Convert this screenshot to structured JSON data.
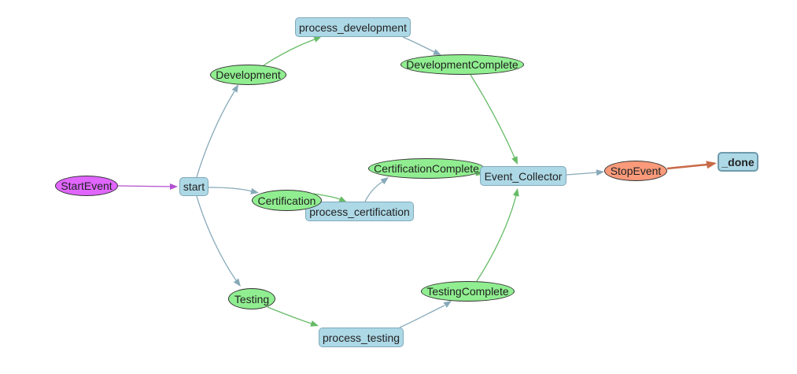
{
  "colors": {
    "step_fill": "#add8e6",
    "event_fill": "#90ee90",
    "start_event_fill": "#e066ff",
    "stop_event_fill": "#f99a7a",
    "edge_blue": "#87a9b9",
    "edge_green": "#66bb66",
    "edge_purple": "#b24fd1",
    "edge_orange": "#c86a48"
  },
  "nodes": {
    "start_event": "StartEvent",
    "start": "start",
    "development": "Development",
    "process_development": "process_development",
    "development_complete": "DevelopmentComplete",
    "certification": "Certification",
    "process_certification": "process_certification",
    "certification_complete": "CertificationComplete",
    "testing": "Testing",
    "process_testing": "process_testing",
    "testing_complete": "TestingComplete",
    "event_collector": "Event_Collector",
    "stop_event": "StopEvent",
    "done": "_done"
  },
  "edges": [
    {
      "from": "start_event",
      "to": "start",
      "color": "edge_purple"
    },
    {
      "from": "start",
      "to": "development",
      "color": "edge_blue"
    },
    {
      "from": "start",
      "to": "certification",
      "color": "edge_blue"
    },
    {
      "from": "start",
      "to": "testing",
      "color": "edge_blue"
    },
    {
      "from": "development",
      "to": "process_development",
      "color": "edge_green"
    },
    {
      "from": "process_development",
      "to": "development_complete",
      "color": "edge_blue"
    },
    {
      "from": "development_complete",
      "to": "event_collector",
      "color": "edge_green"
    },
    {
      "from": "certification",
      "to": "process_certification",
      "color": "edge_green"
    },
    {
      "from": "process_certification",
      "to": "certification_complete",
      "color": "edge_blue"
    },
    {
      "from": "certification_complete",
      "to": "event_collector",
      "color": "edge_green"
    },
    {
      "from": "testing",
      "to": "process_testing",
      "color": "edge_green"
    },
    {
      "from": "process_testing",
      "to": "testing_complete",
      "color": "edge_blue"
    },
    {
      "from": "testing_complete",
      "to": "event_collector",
      "color": "edge_green"
    },
    {
      "from": "event_collector",
      "to": "stop_event",
      "color": "edge_blue"
    },
    {
      "from": "stop_event",
      "to": "done",
      "color": "edge_orange"
    }
  ]
}
